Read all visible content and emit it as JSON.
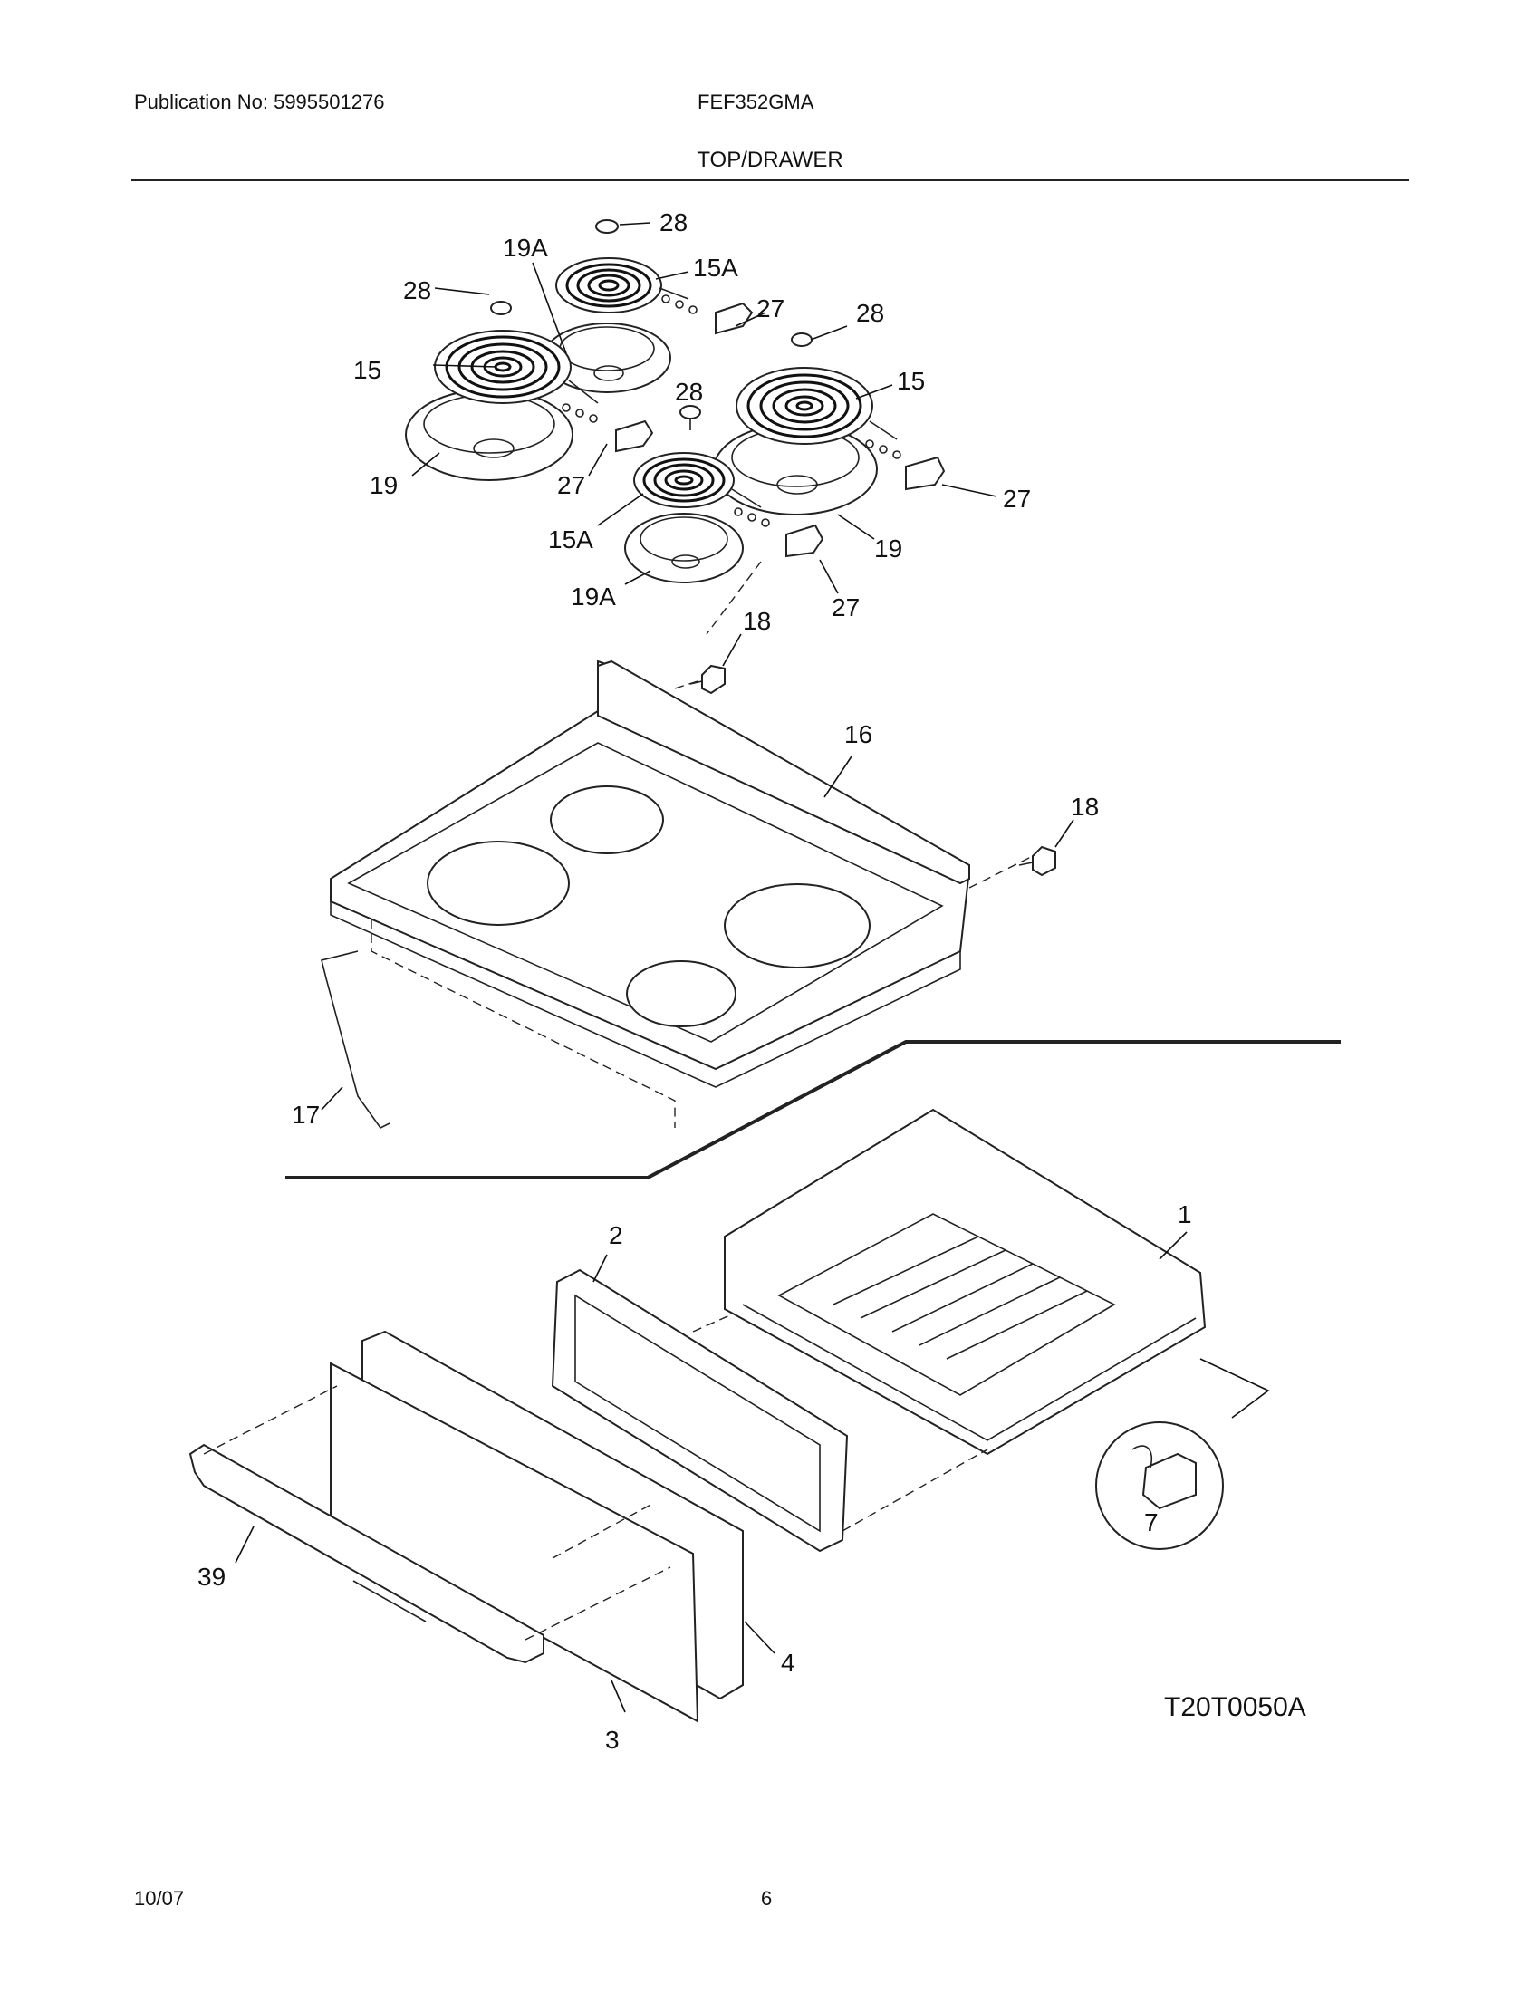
{
  "header": {
    "publication": "Publication No: 5995501276",
    "model": "FEF352GMA",
    "section_title": "TOP/DRAWER"
  },
  "callouts": {
    "c28a": "28",
    "c19Aa": "19A",
    "c15Aa": "15A",
    "c28b": "28",
    "c27a": "27",
    "c28c": "28",
    "c15a": "15",
    "c15b": "15",
    "c28d": "28",
    "c19a": "19",
    "c27b": "27",
    "c27c": "27",
    "c15Ab": "15A",
    "c19b": "19",
    "c19Ab": "19A",
    "c27d": "27",
    "c18a": "18",
    "c16": "16",
    "c18b": "18",
    "c17": "17",
    "c2": "2",
    "c1": "1",
    "c7": "7",
    "c39": "39",
    "c4": "4",
    "c3": "3"
  },
  "diagram_code": "T20T0050A",
  "footer": {
    "date": "10/07",
    "page": "6"
  }
}
